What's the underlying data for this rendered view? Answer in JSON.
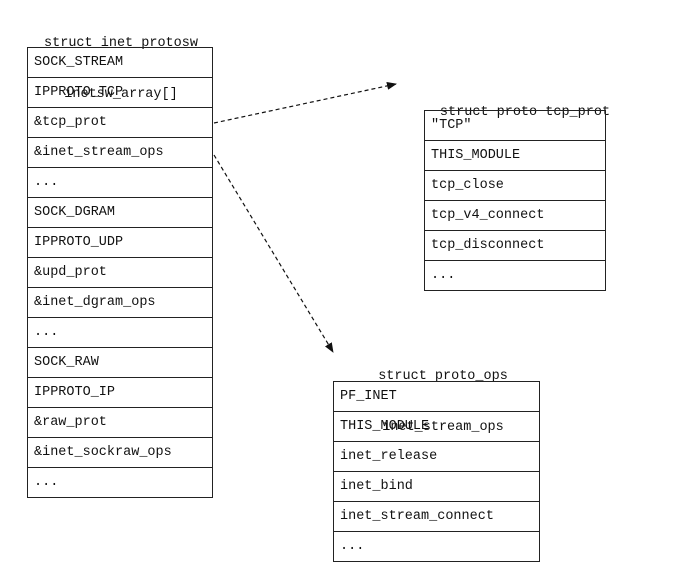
{
  "inetsw": {
    "caption_line1": "struct inet_protosw",
    "caption_line2": "inetsw_array[]",
    "rows": [
      "SOCK_STREAM",
      "IPPROTO_TCP",
      "&tcp_prot",
      "&inet_stream_ops",
      "...",
      "SOCK_DGRAM",
      "IPPROTO_UDP",
      "&upd_prot",
      "&inet_dgram_ops",
      "...",
      "SOCK_RAW",
      "IPPROTO_IP",
      "&raw_prot",
      "&inet_sockraw_ops",
      "..."
    ]
  },
  "tcp_prot": {
    "caption_line1": "struct proto tcp_prot",
    "rows": [
      "\"TCP\"",
      "THIS_MODULE",
      "tcp_close",
      "tcp_v4_connect",
      "tcp_disconnect",
      "..."
    ]
  },
  "inet_stream_ops": {
    "caption_line1": "struct proto_ops",
    "caption_line2": "inet_stream_ops",
    "rows": [
      "PF_INET",
      "THIS_MODULE",
      "inet_release",
      "inet_bind",
      "inet_stream_connect",
      "..."
    ]
  }
}
